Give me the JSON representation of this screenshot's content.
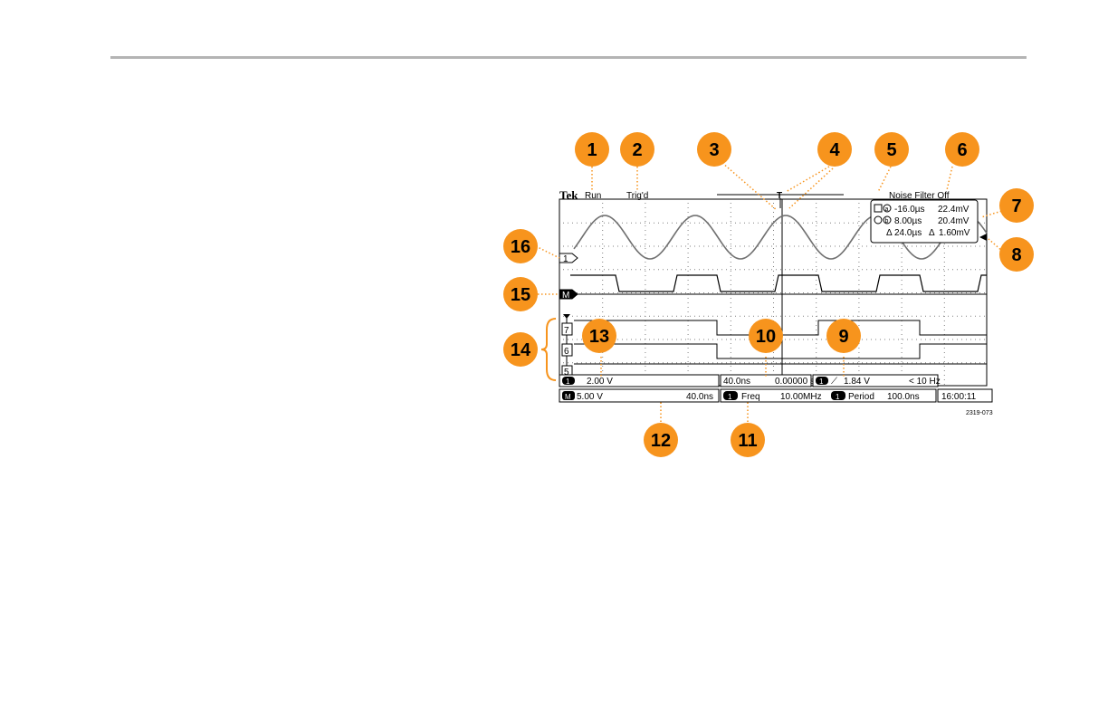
{
  "brand": "Tek",
  "status": {
    "acquisition": "Run",
    "trigger": "Trig'd",
    "noise_filter": "Noise Filter Off"
  },
  "cursor_readout": {
    "a_time": "-16.0µs",
    "a_value": "22.4mV",
    "b_time": "8.00µs",
    "b_value": "20.4mV",
    "delta_time": "24.0µs",
    "delta_value": "1.60mV",
    "a_label": "a",
    "b_label": "b",
    "delta_symbol": "Δ"
  },
  "channel_markers": {
    "ch1": "1",
    "math": "M",
    "d7": "7",
    "d6": "6",
    "d5": "5"
  },
  "readouts": {
    "ch1_badge": "1",
    "ch1_scale": "2.00 V",
    "horiz_scale": "40.0ns",
    "horiz_position": "0.00000 s",
    "trig_badge": "1",
    "trig_slope": "⟋",
    "trig_level": "1.84 V",
    "trig_freq": "< 10 Hz",
    "math_badge": "M",
    "math_scale": "5.00 V",
    "math_time": "40.0ns",
    "meas1_badge": "1",
    "meas1_name": "Freq",
    "meas1_value": "10.00MHz",
    "meas2_badge": "1",
    "meas2_name": "Period",
    "meas2_value": "100.0ns",
    "clock": "16:00:11"
  },
  "figure_id": "2319-073",
  "callouts": [
    "1",
    "2",
    "3",
    "4",
    "5",
    "6",
    "7",
    "8",
    "9",
    "10",
    "11",
    "12",
    "13",
    "14",
    "15",
    "16"
  ],
  "colors": {
    "callout": "#f7941d",
    "rule": "#b4b4b4",
    "ink": "#000000",
    "grid": "#808080"
  }
}
